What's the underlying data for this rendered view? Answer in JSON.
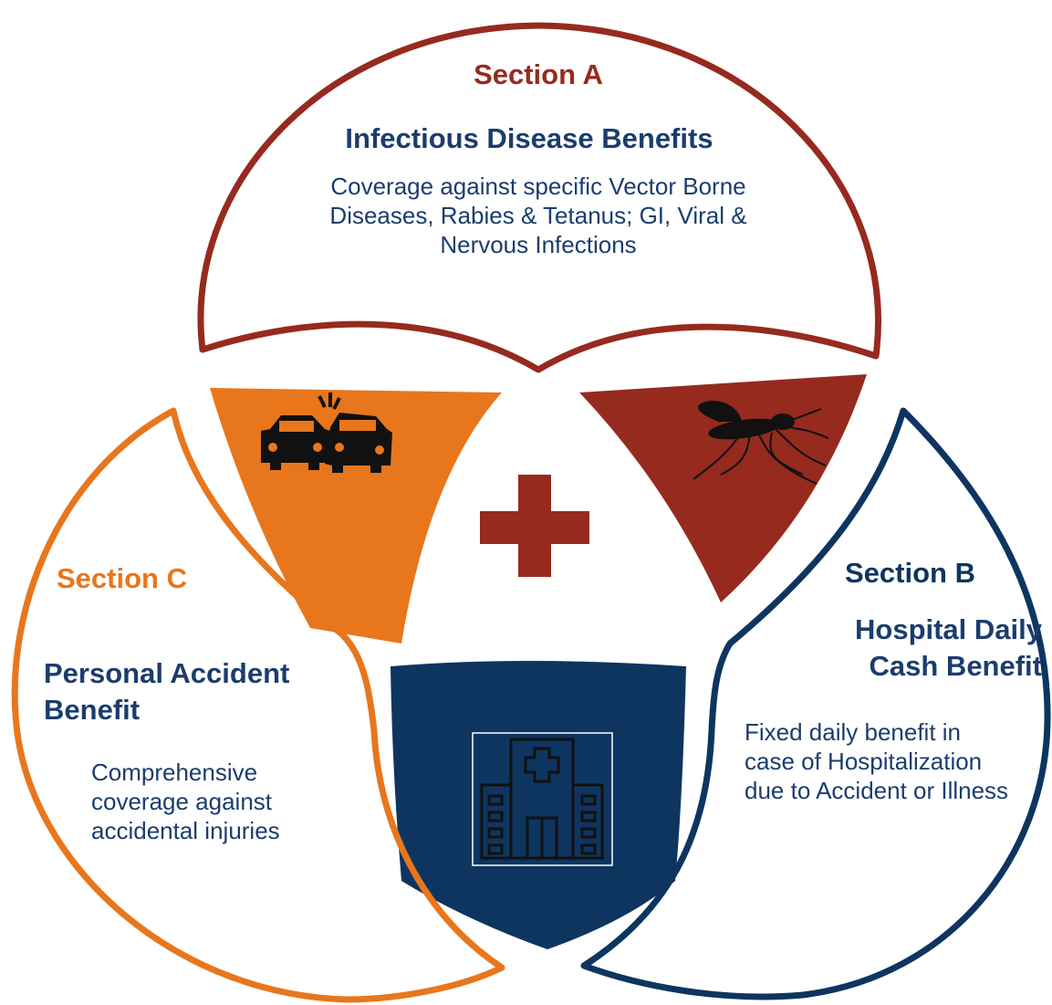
{
  "colors": {
    "section_a": "#962a1f",
    "section_b": "#0d3560",
    "section_c": "#e8761c",
    "text_navy": "#1b3d6d",
    "background": "#ffffff"
  },
  "section_a": {
    "label": "Section A",
    "title": "Infectious Disease Benefits",
    "description": "Coverage against specific Vector Borne Diseases, Rabies & Tetanus; GI, Viral & Nervous Infections",
    "icon": "mosquito-icon"
  },
  "section_b": {
    "label": "Section B",
    "title": "Hospital Daily Cash Benefit",
    "description": "Fixed daily benefit in case of Hospitalization due to Accident or Illness",
    "icon": "hospital-building-icon"
  },
  "section_c": {
    "label": "Section C",
    "title": "Personal Accident Benefit",
    "description": "Comprehensive coverage against accidental injuries",
    "icon": "car-crash-icon"
  },
  "center": {
    "icon": "medical-cross-icon"
  }
}
